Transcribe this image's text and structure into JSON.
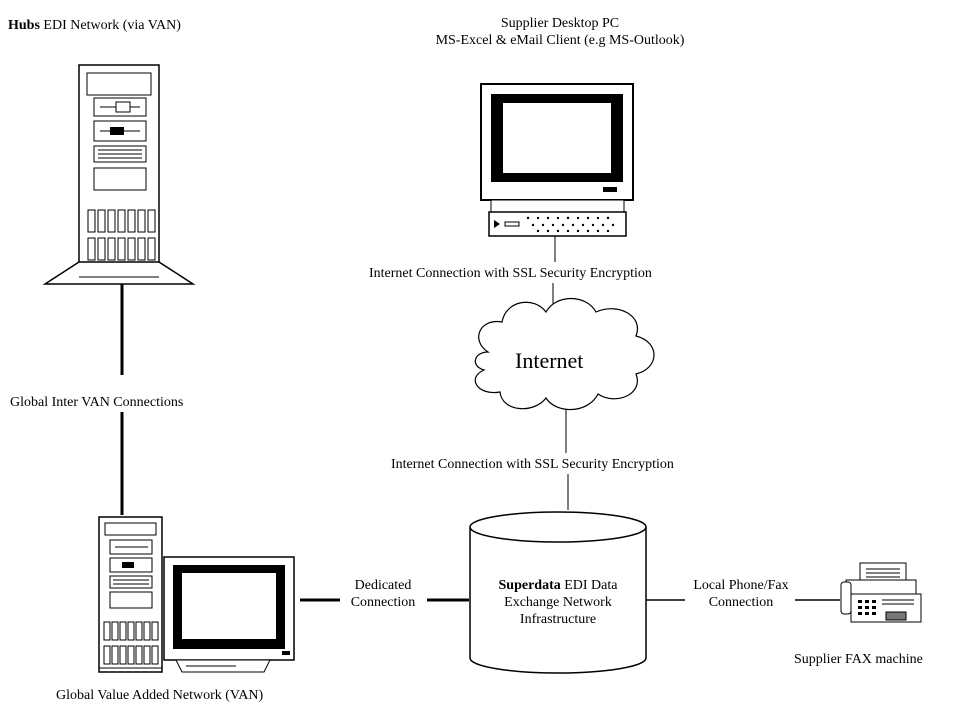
{
  "hubs": {
    "bold": "Hubs",
    "rest": " EDI Network (via VAN)"
  },
  "supplier_pc": {
    "line1": "Supplier Desktop PC",
    "line2": "MS-Excel & eMail Client (e.g MS-Outlook)"
  },
  "internet_conn_top": "Internet Connection with SSL Security Encryption",
  "internet_cloud": "Internet",
  "internet_conn_bottom": "Internet Connection with SSL Security Encryption",
  "inter_van": "Global Inter VAN Connections",
  "dedicated": {
    "line1": "Dedicated",
    "line2": "Connection"
  },
  "superdata": {
    "bold": "Superdata",
    "line1_rest": " EDI Data",
    "line2": "Exchange Network",
    "line3": "Infrastructure"
  },
  "local_phone": {
    "line1": "Local Phone/Fax",
    "line2": "Connection"
  },
  "fax_label": "Supplier FAX machine",
  "van_label": "Global Value Added Network (VAN)"
}
